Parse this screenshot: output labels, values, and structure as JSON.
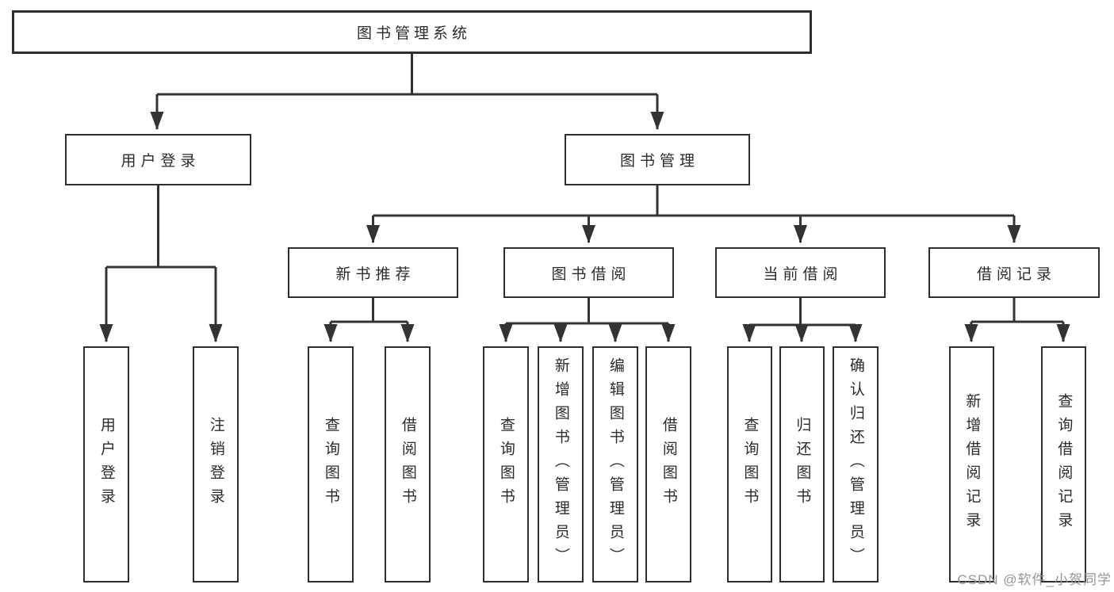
{
  "title": "图书管理系统",
  "level2": {
    "user_login": "用户登录",
    "book_mgmt": "图书管理"
  },
  "level3": {
    "new_books": "新书推荐",
    "borrow": "图书借阅",
    "current": "当前借阅",
    "records": "借阅记录"
  },
  "leaves": {
    "user_login": "用户登录",
    "logout": "注销登录",
    "nb_query": "查询图书",
    "nb_borrow": "借阅图书",
    "bw_query": "查询图书",
    "bw_add": "新增图书（管理员）",
    "bw_edit": "编辑图书（管理员）",
    "bw_borrow": "借阅图书",
    "cur_query": "查询图书",
    "cur_return": "归还图书",
    "cur_confirm": "确认归还（管理员）",
    "rec_add": "新增借阅记录",
    "rec_query": "查询借阅记录"
  },
  "watermark": "CSDN @软件_小贺同学",
  "colors": {
    "line": "#333333",
    "box_border": "#2e2e2e",
    "box_fill": "#ffffff",
    "text": "#2b2b2b",
    "watermark": "#969696"
  }
}
